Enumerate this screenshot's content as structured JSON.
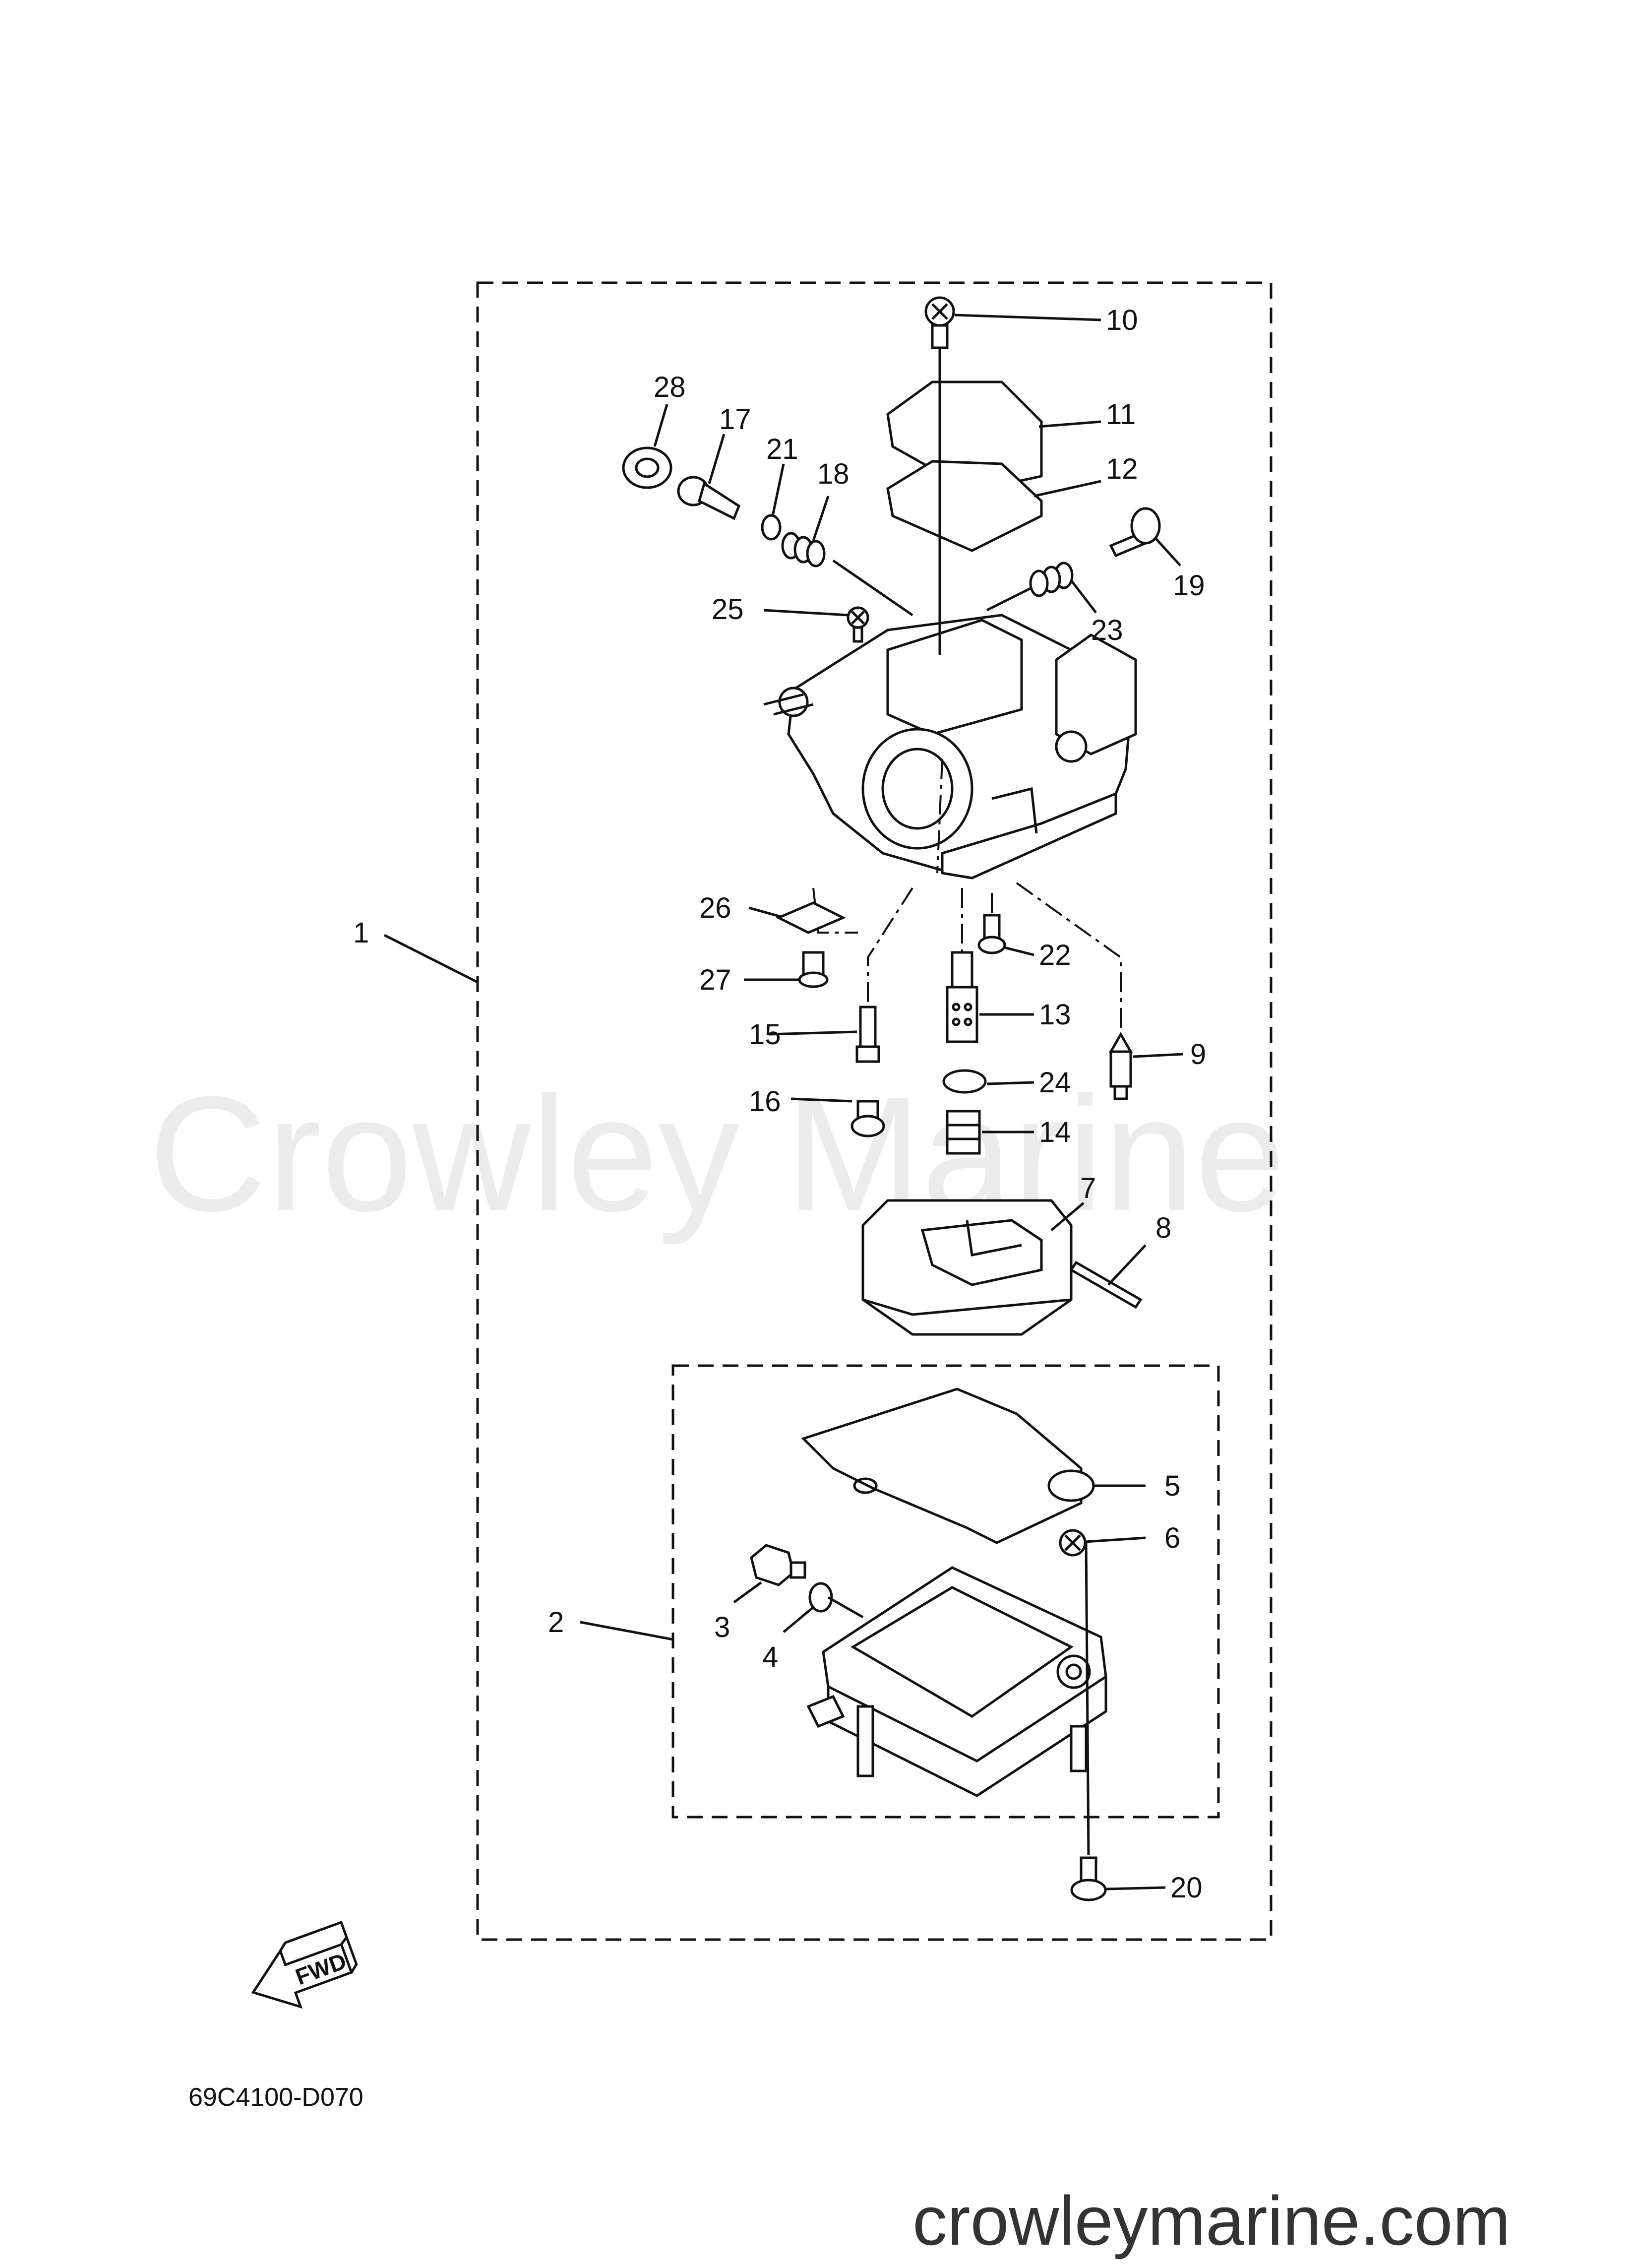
{
  "watermark": "Crowley Marine",
  "website": "crowleymarine.com",
  "diagram_code": "69C4100-D070",
  "fwd_label": "FWD",
  "callouts": [
    "1",
    "2",
    "3",
    "4",
    "5",
    "6",
    "7",
    "8",
    "9",
    "10",
    "11",
    "12",
    "13",
    "14",
    "15",
    "16",
    "17",
    "18",
    "19",
    "20",
    "21",
    "22",
    "23",
    "24",
    "25",
    "26",
    "27",
    "28"
  ]
}
